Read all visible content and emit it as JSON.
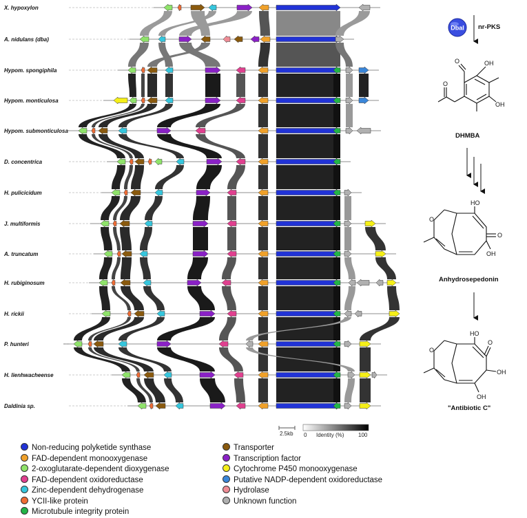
{
  "species": [
    {
      "name": "X. hypoxylon"
    },
    {
      "name": "A. nidulans (dba)"
    },
    {
      "name": "Hypom. spongiphila"
    },
    {
      "name": "Hypom. monticulosa"
    },
    {
      "name": "Hypom. submonticulosa"
    },
    {
      "name": "D. concentrica"
    },
    {
      "name": "H. pulicicidum"
    },
    {
      "name": "J. multiformis"
    },
    {
      "name": "A. truncatum"
    },
    {
      "name": "H. rubiginosum"
    },
    {
      "name": "H. rickii"
    },
    {
      "name": "P. hunteri"
    },
    {
      "name": "H. lienhwacheense"
    },
    {
      "name": "Daldinia sp."
    }
  ],
  "scale": {
    "label": "2.5kb"
  },
  "identity": {
    "title": "Identity (%)",
    "min": "0",
    "max": "100"
  },
  "pathway": {
    "start_label": "Dbal",
    "enzyme_label": "nr-PKS",
    "compounds": [
      {
        "name": "DHMBA"
      },
      {
        "name": "Anhydrosepedonin"
      },
      {
        "name": "\"Antibiotic C\""
      }
    ],
    "atom_labels": {
      "oh": "OH",
      "ho": "HO",
      "o": "O"
    }
  },
  "legend": {
    "left": [
      {
        "label": "Non-reducing polyketide synthase",
        "color": "#2133d6"
      },
      {
        "label": "FAD-dependent monooxygenase",
        "color": "#f0a12a"
      },
      {
        "label": "2-oxoglutarate-dependent dioxygenase",
        "color": "#8fe36a"
      },
      {
        "label": "FAD-dependent oxidoreductase",
        "color": "#e0408f"
      },
      {
        "label": "Zinc-dependent dehydrogenase",
        "color": "#36c6dd"
      },
      {
        "label": "YCII-like protein",
        "color": "#f06c35"
      },
      {
        "label": "Microtubule integrity protein",
        "color": "#22b447"
      }
    ],
    "right": [
      {
        "label": "Transporter",
        "color": "#8a5a0e"
      },
      {
        "label": "Transcription factor",
        "color": "#8a21c6"
      },
      {
        "label": "Cytochrome P450 monooxygenase",
        "color": "#f5ef18"
      },
      {
        "label": "Putative NADP-dependent oxidoreductase",
        "color": "#3a86d9"
      },
      {
        "label": "Hydrolase",
        "color": "#ee8c95"
      },
      {
        "label": "Unknown function",
        "color": "#b0b0b0"
      }
    ]
  }
}
